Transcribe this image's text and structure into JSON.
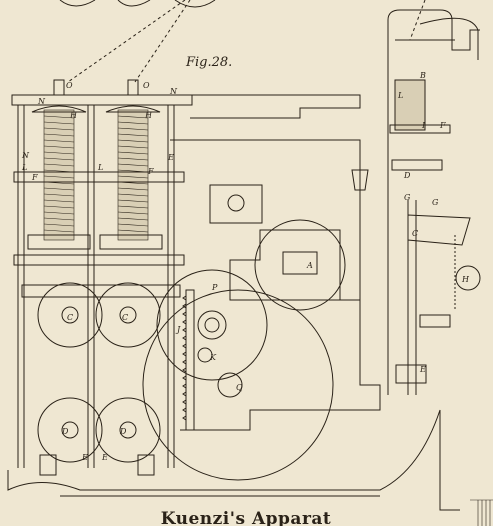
{
  "figure": {
    "title": "Fig.28.",
    "caption": "Kuenzi's Apparat"
  },
  "part_labels": [
    "O",
    "O",
    "N",
    "N",
    "H",
    "H",
    "L",
    "L",
    "F",
    "F",
    "N",
    "E",
    "G",
    "P",
    "A",
    "K",
    "J",
    "Q",
    "C",
    "C",
    "D",
    "D",
    "E",
    "E",
    "B",
    "L",
    "I",
    "F",
    "D",
    "G",
    "C",
    "H",
    "E"
  ],
  "colors": {
    "paper": "#efe7d2",
    "ink": "#2a2218"
  }
}
